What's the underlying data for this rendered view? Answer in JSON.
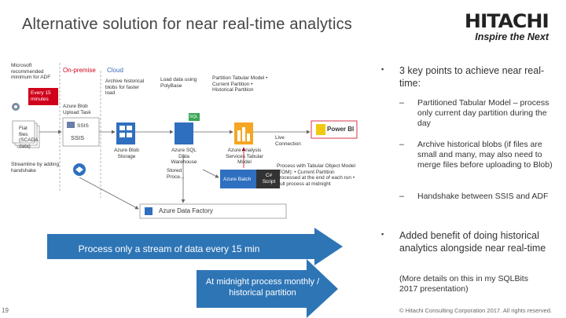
{
  "title": "Alternative solution for near real-time analytics",
  "logo": {
    "name": "HITACHI",
    "tagline": "Inspire the Next"
  },
  "diagram": {
    "ms_note": "Microsoft recommended minimum for ADF",
    "on_premise": "On-premise",
    "cloud": "Cloud",
    "every15": "Every 15 minutes",
    "blob_upload_task": "Azure Blob Upload Task",
    "flat_files": "Flat files (SCADA data)",
    "ssis_short": "SSIS",
    "ssis": "SSIS",
    "streamline": "Streamline by adding handshake",
    "archive_note": "Archive historical blobs for faster load",
    "load_data": "Load data using PolyBase",
    "partition_note": "Partition Tabular Model • Current Partition • Historical Partition",
    "blob_storage": "Azure Blob Storage",
    "sql_dw": "Azure SQL Data Warehouse",
    "aas": "Azure Analysis Services Tabular Model",
    "power_bi": "Power BI",
    "live_conn": "Live Connection",
    "stored_proc": "Stored Proce...",
    "process_note": "Process with Tabular Object Model (TOM): • Current Partition processed at the end of each run • Full process at midnight",
    "azure_batch": "Azure Batch",
    "csharp": "C# Script",
    "sql_badge": "SQL",
    "adf": "Azure Data Factory",
    "colors": {
      "accent_red": "#d0021b",
      "accent_blue": "#2f6fbf",
      "arrow_blue": "#2e75b6"
    }
  },
  "arrows": {
    "stream": "Process only a stream of data every 15 min",
    "midnight": "At midnight process monthly / historical partition"
  },
  "bullets": {
    "b1": "3 key points to achieve near real-time:",
    "sub1": "Partitioned Tabular Model – process only current day partition during the day",
    "sub2": "Archive historical blobs (if files are small and many, may also need to merge files before uploading to Blob)",
    "sub3": "Handshake between SSIS and ADF",
    "b2": "Added benefit of doing historical analytics alongside near real-time",
    "note": "(More details on this in my SQLBits 2017 presentation)",
    "bullet_glyph": "▪",
    "dash_glyph": "–"
  },
  "page_number": "19",
  "copyright": "© Hitachi Consulting Corporation 2017. All rights reserved."
}
